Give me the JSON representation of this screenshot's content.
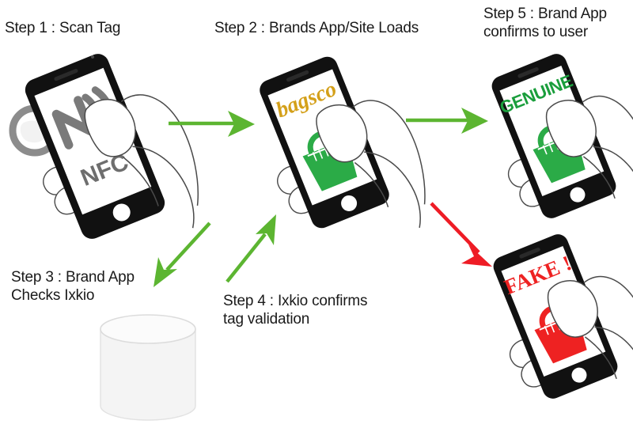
{
  "diagram": {
    "title_visible": false,
    "background_color": "#ffffff",
    "colors": {
      "arrow_green": "#5cb531",
      "arrow_red": "#ee1c25",
      "bag_green": "#2bab47",
      "bag_red": "#ee2222",
      "brand_gold": "#d4a01a",
      "phone_body": "#111111",
      "screen_white": "#ffffff",
      "nfc_gray": "#7a7a7a",
      "tag_gray": "#8c8c8c",
      "database_fill": "#f4f4f4",
      "database_stroke": "#dcdcdc",
      "text_color": "#1a1a1a"
    }
  },
  "labels": {
    "step1": "Step 1 : Scan Tag",
    "step2": "Step 2 : Brands App/Site Loads",
    "step3": "Step 3 : Brand App\nChecks Ixkio",
    "step4": "Step 4 : Ixkio confirms\ntag validation",
    "step5": "Step 5 : Brand App\nconfirms to user"
  },
  "nodes": [
    {
      "id": "phone-scan",
      "name": "phone-nfc-scan",
      "screen_text": "NFC",
      "screen_icon": "nfc-wave-icon",
      "screen_theme": "gray",
      "has_tag": true,
      "tag_name": "nfc-tag"
    },
    {
      "id": "phone-brand",
      "name": "phone-brand-app",
      "screen_text": "bagsco",
      "screen_icon": "handbag-icon",
      "screen_theme": "gold-green"
    },
    {
      "id": "phone-genuine",
      "name": "phone-result-genuine",
      "screen_text": "GENUINE",
      "screen_icon": "handbag-icon",
      "screen_theme": "green"
    },
    {
      "id": "phone-fake",
      "name": "phone-result-fake",
      "screen_text": "FAKE !",
      "screen_icon": "handbag-icon",
      "screen_theme": "red"
    },
    {
      "id": "database",
      "name": "ixkio-database-cylinder",
      "screen_text": "",
      "shape": "cylinder"
    }
  ],
  "arrows": [
    {
      "id": "arrow-1-2",
      "from": "phone-scan",
      "to": "phone-brand",
      "color": "#5cb531",
      "direction": "right"
    },
    {
      "id": "arrow-2-5",
      "from": "phone-brand",
      "to": "phone-genuine",
      "color": "#5cb531",
      "direction": "right"
    },
    {
      "id": "arrow-2-db",
      "from": "phone-brand",
      "to": "database",
      "color": "#5cb531",
      "direction": "down-left"
    },
    {
      "id": "arrow-db-2",
      "from": "database",
      "to": "phone-brand",
      "color": "#5cb531",
      "direction": "up-right"
    },
    {
      "id": "arrow-2-fake",
      "from": "phone-brand",
      "to": "phone-fake",
      "color": "#ee1c25",
      "direction": "down-right"
    }
  ]
}
